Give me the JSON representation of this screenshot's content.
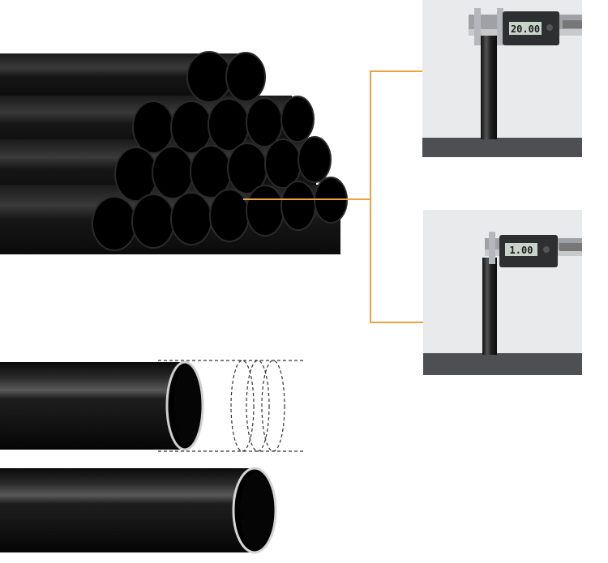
{
  "product_photo": {
    "caliper_readings": {
      "outer_diameter": "20.00",
      "wall_thickness": "1.00"
    },
    "colors": {
      "tube": "#111111",
      "tube_highlight": "#4a4a4a",
      "leader_line": "#f0a040",
      "panel_background": "#e9eaeb",
      "floor": "#4d4f52",
      "lcd": "#c9d3c9"
    },
    "icons": [
      "pipe-stack",
      "caliper-icon",
      "pipe-cross-section"
    ]
  }
}
